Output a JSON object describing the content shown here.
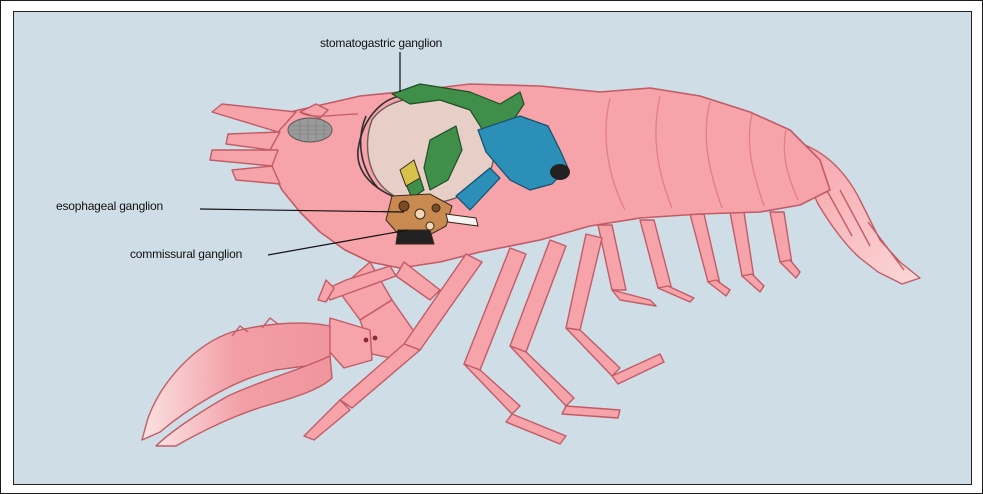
{
  "labels": {
    "stomatogastric": "stomatogastric ganglion",
    "esophageal": "esophageal ganglion",
    "commissural": "commissural ganglion"
  },
  "colors": {
    "background": "#cfdde6",
    "body": "#f6a3a9",
    "body_dark": "#e9858e",
    "outline": "#c25b66",
    "stomach": "#e7cfc8",
    "nerve_green": "#3f8f4a",
    "nerve_blue": "#2b8fb7",
    "eye": "#9a9a9a"
  }
}
